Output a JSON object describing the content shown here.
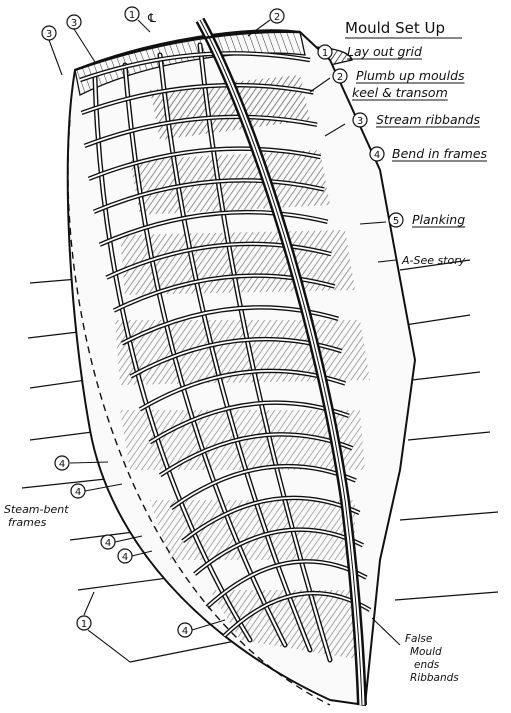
{
  "title": "Mould Set Up",
  "steps": [
    {
      "num": "1",
      "label": "Lay out grid"
    },
    {
      "num": "2",
      "label": "Plumb up moulds"
    },
    {
      "num": "",
      "label": "keel & transom"
    },
    {
      "num": "3",
      "label": "Stream ribbands"
    },
    {
      "num": "4",
      "label": "Bend in frames"
    },
    {
      "num": "5",
      "label": "Planking"
    }
  ],
  "note": "A-See story",
  "callouts": {
    "steam_bent_1": "Steam-bent",
    "steam_bent_2": "frames",
    "false_1": "False",
    "false_2": "Mould",
    "false_3": "ends",
    "false_4": "Ribbands"
  },
  "markers": {
    "one": "1",
    "two": "2",
    "three": "3",
    "four": "4",
    "centerline": "℄"
  },
  "colors": {
    "ink": "#111111",
    "paper": "#ffffff",
    "shade": "#555555"
  }
}
